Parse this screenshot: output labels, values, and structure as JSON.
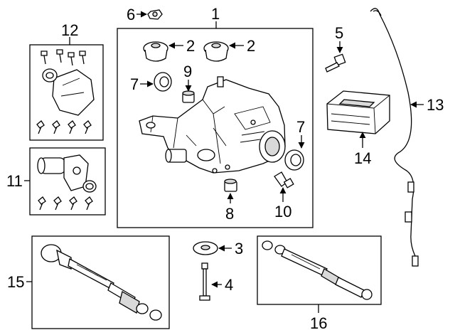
{
  "callouts": {
    "c1": "1",
    "c2a": "2",
    "c2b": "2",
    "c3": "3",
    "c4": "4",
    "c5": "5",
    "c6": "6",
    "c7a": "7",
    "c7b": "7",
    "c8": "8",
    "c9": "9",
    "c10": "10",
    "c11": "11",
    "c12": "12",
    "c13": "13",
    "c14": "14",
    "c15": "15",
    "c16": "16"
  },
  "colors": {
    "line": "#000000",
    "background": "#ffffff",
    "shade": "#d9d9d9",
    "dark": "#8f8f8f"
  }
}
